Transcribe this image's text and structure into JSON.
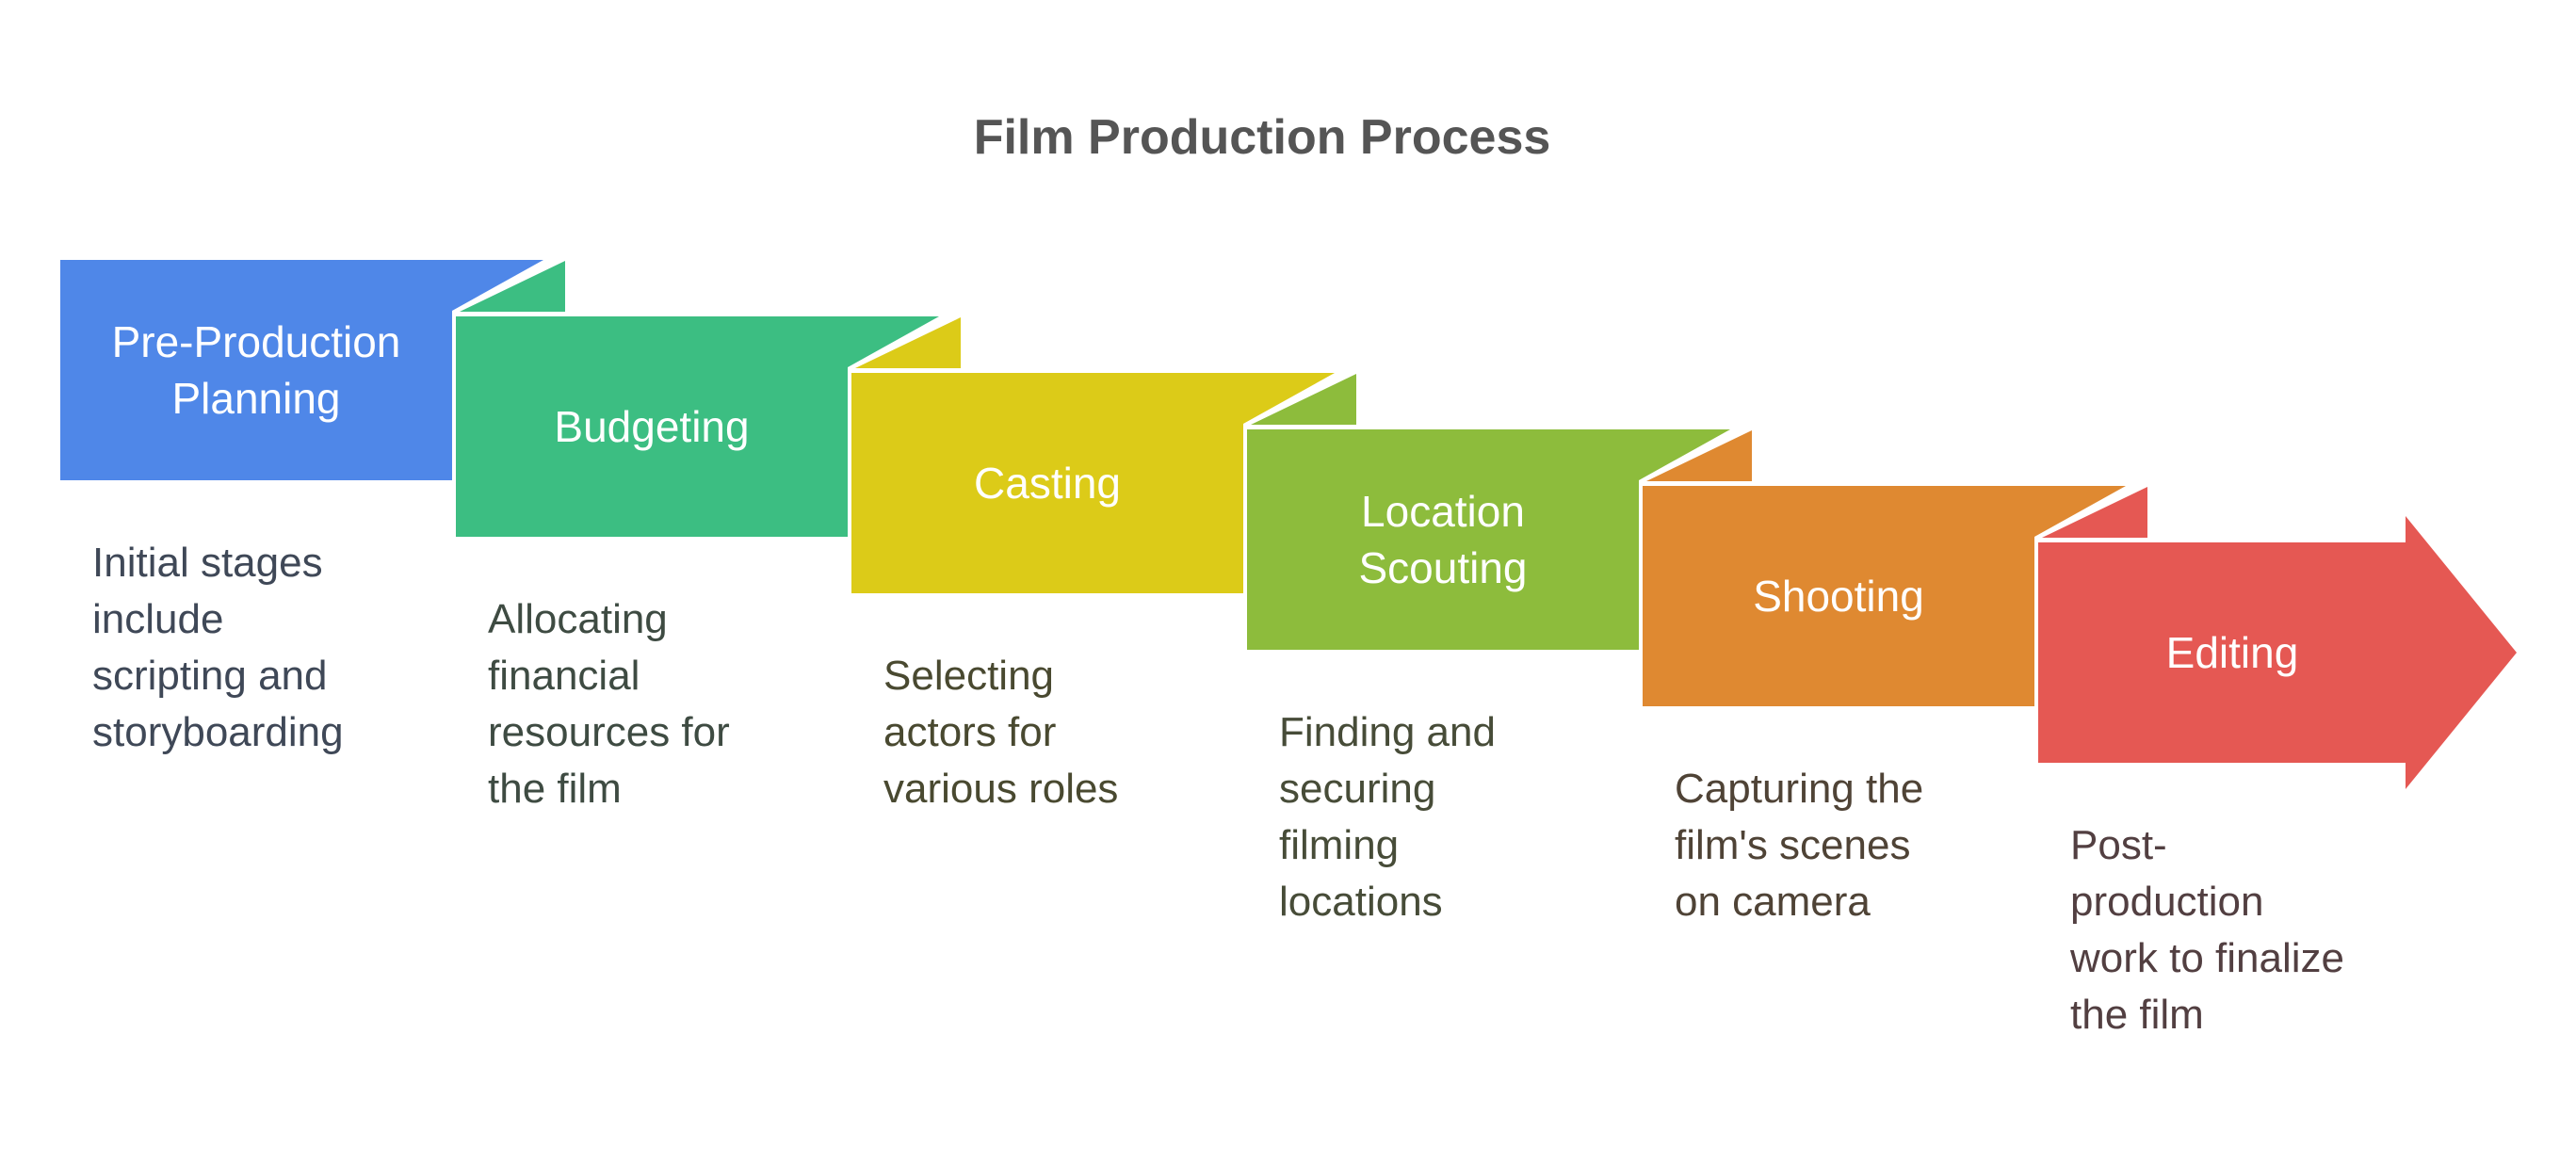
{
  "title": {
    "text": "Film Production Process",
    "color": "#555555"
  },
  "background": "#FFFFFF",
  "steps": [
    {
      "id": "pre-production-planning",
      "label": "Pre-Production\nPlanning",
      "description": "Initial stages\ninclude\nscripting and\nstoryboarding",
      "color": "#4F87E8",
      "desc_color": "#3F4857"
    },
    {
      "id": "budgeting",
      "label": "Budgeting",
      "description": "Allocating\nfinancial\nresources for\nthe film",
      "color": "#3CBE82",
      "desc_color": "#3E4B42"
    },
    {
      "id": "casting",
      "label": "Casting",
      "description": "Selecting\nactors for\nvarious roles",
      "color": "#DCCB18",
      "desc_color": "#494930"
    },
    {
      "id": "location-scouting",
      "label": "Location\nScouting",
      "description": "Finding and\nsecuring\nfilming\nlocations",
      "color": "#8DBC3C",
      "desc_color": "#474C38"
    },
    {
      "id": "shooting",
      "label": "Shooting",
      "description": "Capturing the\nfilm's scenes\non camera",
      "color": "#DF8931",
      "desc_color": "#4F4336"
    },
    {
      "id": "editing",
      "label": "Editing",
      "description": "Post-\nproduction\nwork to finalize\nthe film",
      "color": "#E55853",
      "desc_color": "#523F41"
    }
  ]
}
